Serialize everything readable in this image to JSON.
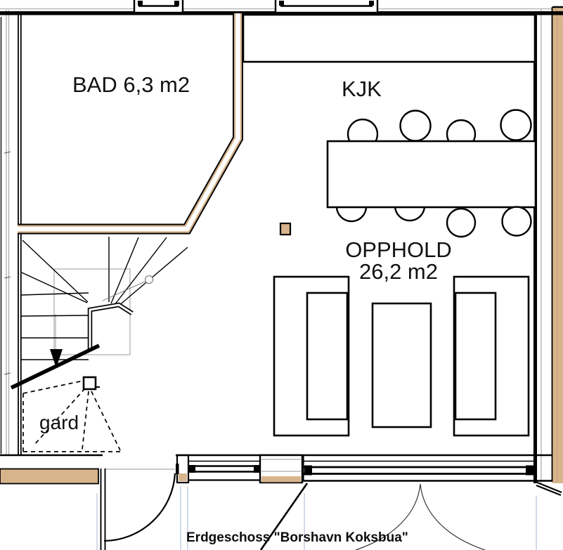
{
  "floor_plan": {
    "caption": "Erdgeschoss \"Borshavn Koksbua\"",
    "rooms": {
      "bad": {
        "label": "BAD 6,3 m2",
        "area_m2": "6,3"
      },
      "kjk": {
        "label": "KJK"
      },
      "opphold": {
        "label_line1": "OPPHOLD",
        "label_line2": "26,2 m2",
        "area_m2": "26,2"
      },
      "gard": {
        "label": "gard"
      }
    },
    "furniture": {
      "dining_chairs_count": 8,
      "sofas_count": 2,
      "tables_count": 2
    },
    "colors": {
      "wall_accent": "#d7b48c",
      "wall_accent_dark": "#c8a57e",
      "drawing_line": "#000000",
      "construction_gray": "#a8a8a8",
      "extent_line": "#c9d2e3"
    }
  }
}
